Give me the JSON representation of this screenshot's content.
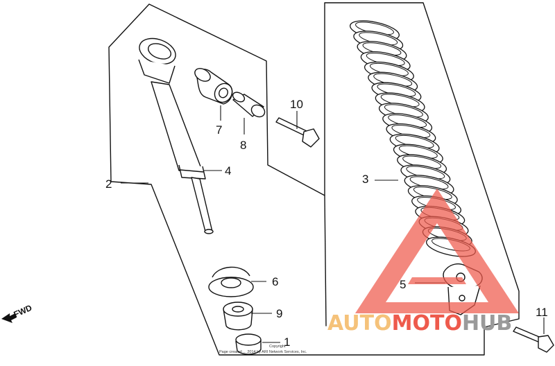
{
  "callouts": {
    "c1": "1",
    "c2": "2",
    "c3": "3",
    "c4": "4",
    "c5": "5",
    "c6": "6",
    "c7": "7",
    "c8": "8",
    "c9": "9",
    "c10": "10",
    "c11": "11"
  },
  "direction_label": "FWD",
  "copyright_line1": "Copyright",
  "copyright_line2": "Page created ... 2014 by ARI Network Services, Inc.",
  "watermark": {
    "part1": "AUTO",
    "part2": "MOTO",
    "part3": "HUB"
  },
  "colors": {
    "watermark_orange": "#f5c27a",
    "watermark_red": "#ee5a4c",
    "watermark_gray": "#9a9a9a",
    "line": "#111111"
  },
  "icons": {
    "direction_arrow": "arrow-left-down-icon",
    "watermark_triangle": "warning-triangle-icon"
  }
}
